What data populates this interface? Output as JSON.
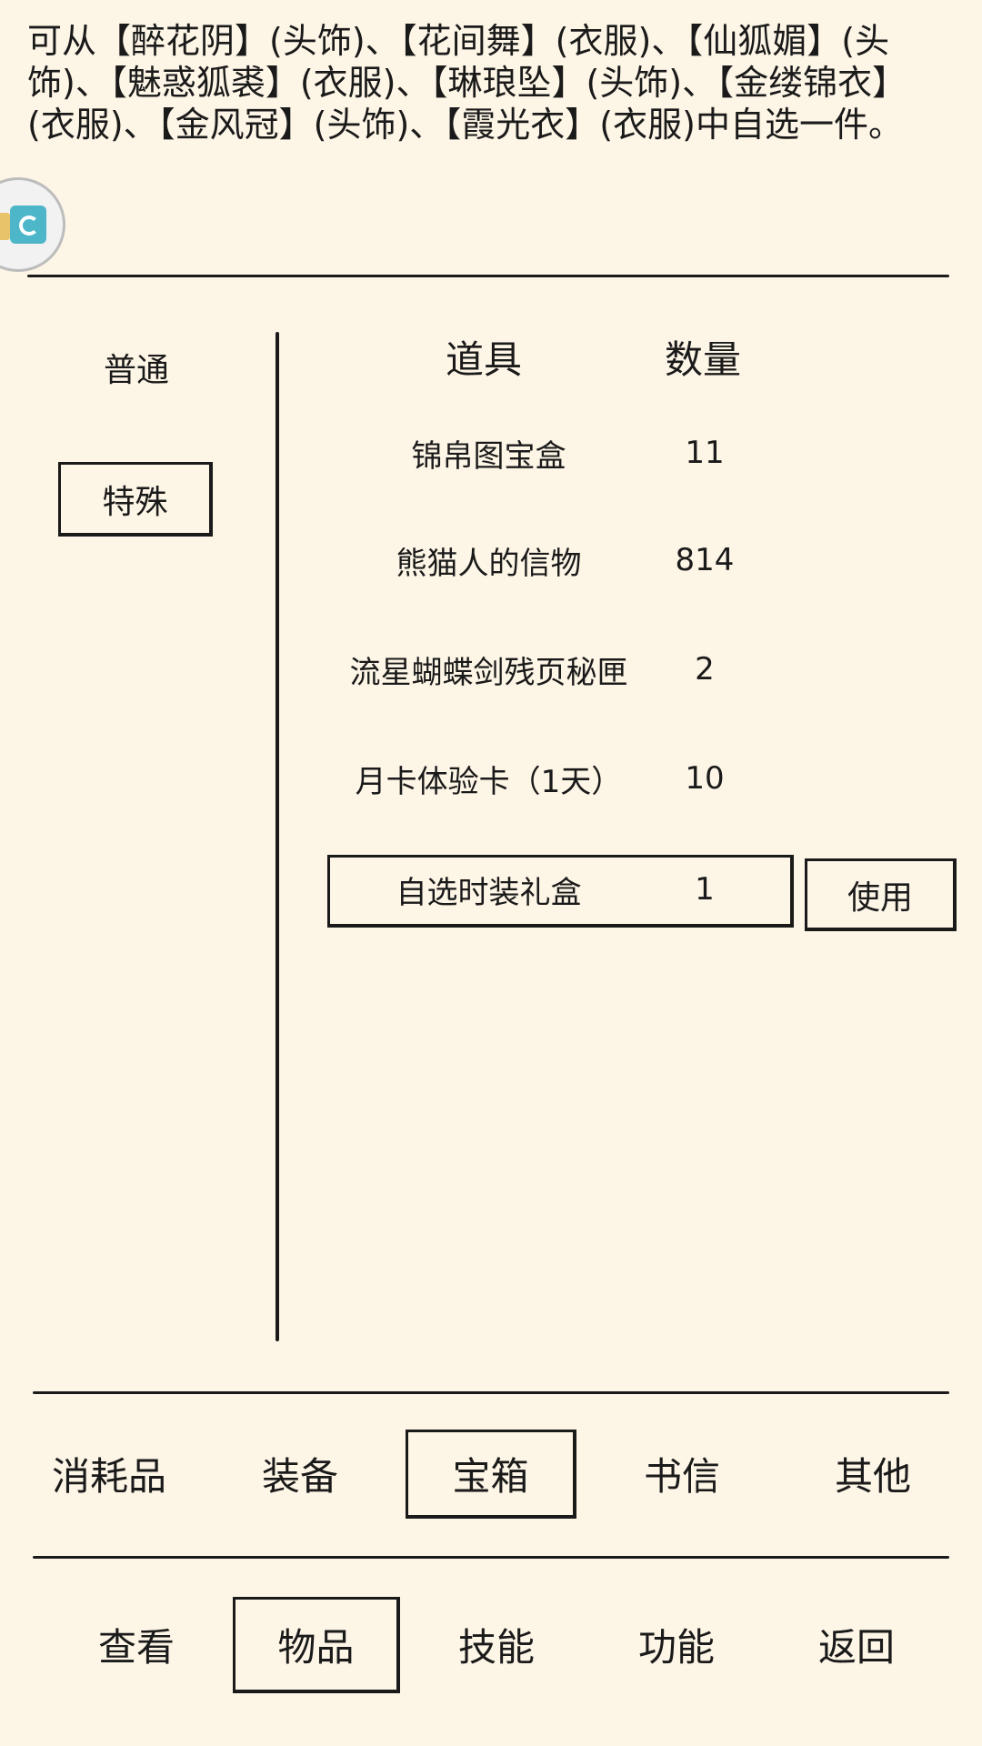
{
  "description": "可从【醉花阴】(头饰)、【花间舞】(衣服)、【仙狐媚】(头饰)、【魅惑狐裘】(衣服)、【琳琅坠】(头饰)、【金缕锦衣】(衣服)、【金风冠】(头饰)、【霞光衣】(衣服)中自选一件。",
  "left_panel": {
    "normal_label": "普通",
    "special_label": "特殊"
  },
  "table": {
    "headers": {
      "item": "道具",
      "count": "数量"
    },
    "rows": [
      {
        "name": "锦帛图宝盒",
        "count": "11"
      },
      {
        "name": "熊猫人的信物",
        "count": "814"
      },
      {
        "name": "流星蝴蝶剑残页秘匣",
        "count": "2"
      },
      {
        "name": "月卡体验卡（1天）",
        "count": "10"
      },
      {
        "name": "自选时装礼盒",
        "count": "1"
      }
    ],
    "use_button": "使用"
  },
  "category_tabs": [
    "消耗品",
    "装备",
    "宝箱",
    "书信",
    "其他"
  ],
  "bottom_nav": [
    "查看",
    "物品",
    "技能",
    "功能",
    "返回"
  ]
}
